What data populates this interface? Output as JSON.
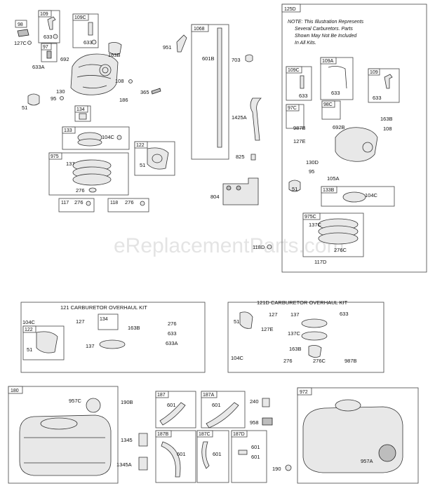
{
  "watermark": "eReplacementParts.com",
  "kit_125d": {
    "number": "125D",
    "note_line1": "NOTE: This Illustration Represents",
    "note_line2": "Several Carburetors. Parts",
    "note_line3": "Shown May Not Be Included",
    "note_line4": "In All Kits."
  },
  "kit_121": {
    "title": "121 CARBURETOR OVERHAUL KIT"
  },
  "kit_121d": {
    "title": "121D CARBURETOR OVERHAUL KIT"
  },
  "labels": {
    "l98": "98",
    "l127c": "127C",
    "l109": "109",
    "l633a1": "633",
    "l109c": "109C",
    "l633b1": "633",
    "l97": "97",
    "l692": "692",
    "l633a": "633A",
    "l163b": "163B",
    "l108": "108",
    "l130": "130",
    "l95": "95",
    "l51": "51",
    "l186": "186",
    "l365": "365",
    "l134": "134",
    "l133": "133",
    "l104c": "104C",
    "l122": "122",
    "l51b": "51",
    "l975": "975",
    "l137": "137",
    "l276": "276",
    "l117": "117",
    "l276b": "276",
    "l118": "118",
    "l276c": "276",
    "l1068": "1068",
    "l951": "951",
    "l601b": "601B",
    "l703": "703",
    "l1425a": "1425A",
    "l825": "825",
    "l804": "804",
    "l118d": "118D",
    "r109c": "109C",
    "r633a": "633",
    "r109a": "109A",
    "r633b": "633",
    "r109": "109",
    "r633c": "633",
    "r97c": "97C",
    "r987b": "987B",
    "r98c": "98C",
    "r692b": "692B",
    "r163b": "163B",
    "r108": "108",
    "r127e": "127E",
    "r130d": "130D",
    "r95": "95",
    "r105a": "105A",
    "r51": "51",
    "r133b": "133B",
    "r104c": "104C",
    "r975c": "975C",
    "r137c": "137C",
    "r276c": "276C",
    "r117d": "117D",
    "k104c": "104C",
    "k127": "127",
    "k134": "134",
    "k163b": "163B",
    "k276": "276",
    "k633": "633",
    "k633a": "633A",
    "k122": "122",
    "k51": "51",
    "k137": "137",
    "d51": "51",
    "d127": "127",
    "d137": "137",
    "d633": "633",
    "d127e": "127E",
    "d137c": "137C",
    "d163b": "163B",
    "d104c": "104C",
    "d276": "276",
    "d276c": "276C",
    "d987b": "987B",
    "b180": "180",
    "b957c": "957C",
    "b190b": "190B",
    "b1345": "1345",
    "b1345a": "1345A",
    "b187": "187",
    "b601a": "601",
    "b187a": "187A",
    "b601b": "601",
    "b187b": "187B",
    "b601c": "601",
    "b187c": "187C",
    "b601d": "601",
    "b187d": "187D",
    "b601e": "601",
    "b601f": "601",
    "b240": "240",
    "b958": "958",
    "b190": "190",
    "b972": "972",
    "b957a": "957A"
  }
}
